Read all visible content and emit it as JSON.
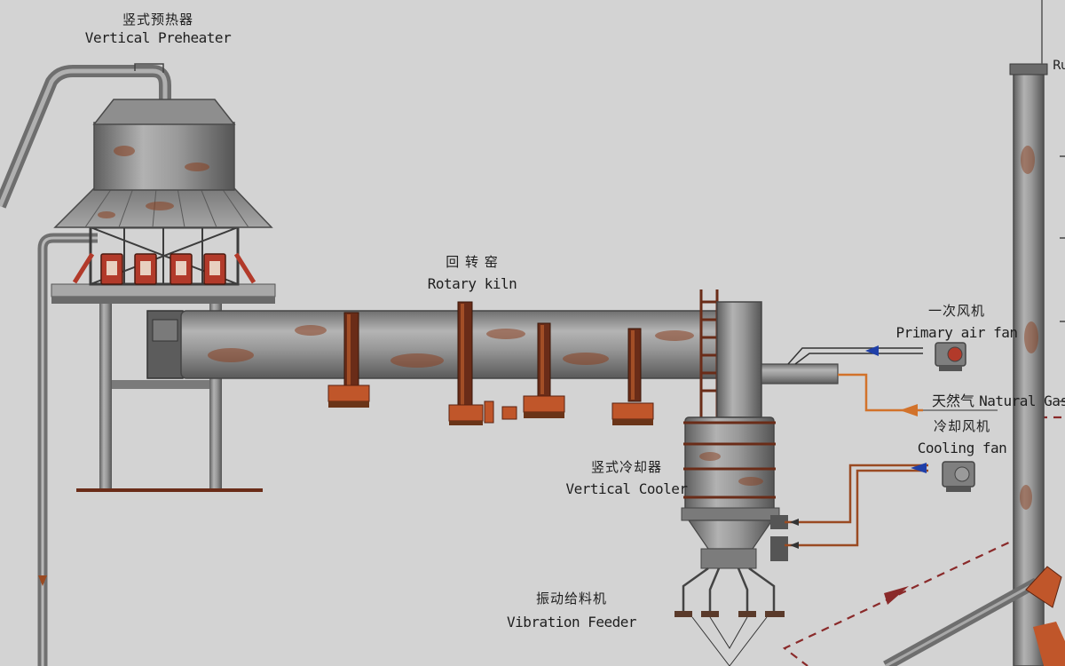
{
  "labels": {
    "preheater": {
      "zh": "竖式预热器",
      "en": "Vertical Preheater"
    },
    "kiln": {
      "zh": "回 转 窑",
      "en": "Rotary kiln"
    },
    "primary_fan": {
      "zh": "一次风机",
      "en": "Primary air fan"
    },
    "natural_gas": {
      "zh": "天然气",
      "en": "Natural Gas"
    },
    "cooling_fan": {
      "zh": "冷却风机",
      "en": "Cooling fan"
    },
    "cooler": {
      "zh": "竖式冷却器",
      "en": "Vertical Cooler"
    },
    "feeder": {
      "zh": "振动给料机",
      "en": "Vibration Feeder"
    },
    "right_edge": "Ru"
  },
  "colors": {
    "background": "#d3d3d3",
    "steel": "#8d8d8d",
    "rust": "#9a4a22",
    "bracket": "#c0562a",
    "air_arrow": "#1f3fa8",
    "gas_line": "#d2722a",
    "return_line": "#8a2a2a"
  }
}
